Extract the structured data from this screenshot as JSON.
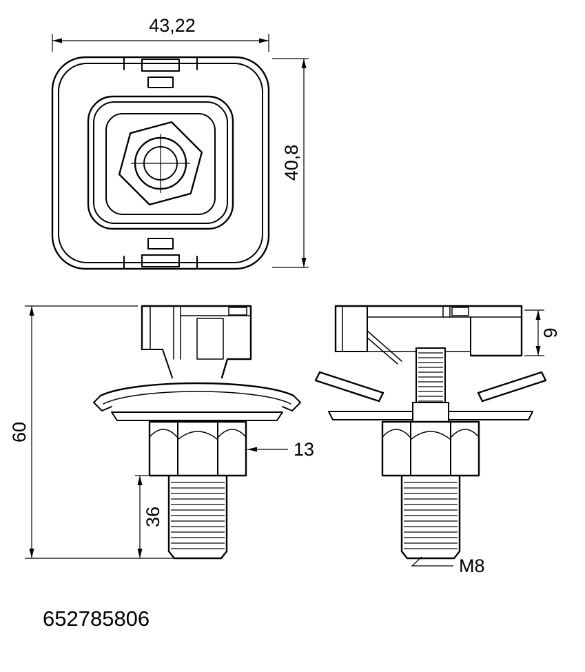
{
  "page": {
    "background": "#ffffff",
    "line_color": "#000000"
  },
  "drawing": {
    "part_number": "652785806",
    "dimensions": {
      "overall_width": "43,22",
      "overall_depth": "40,8",
      "overall_height": "60",
      "thread_length": "36",
      "nut_size": "13",
      "clip_slot_height": "9",
      "thread_designation": "M8"
    }
  }
}
